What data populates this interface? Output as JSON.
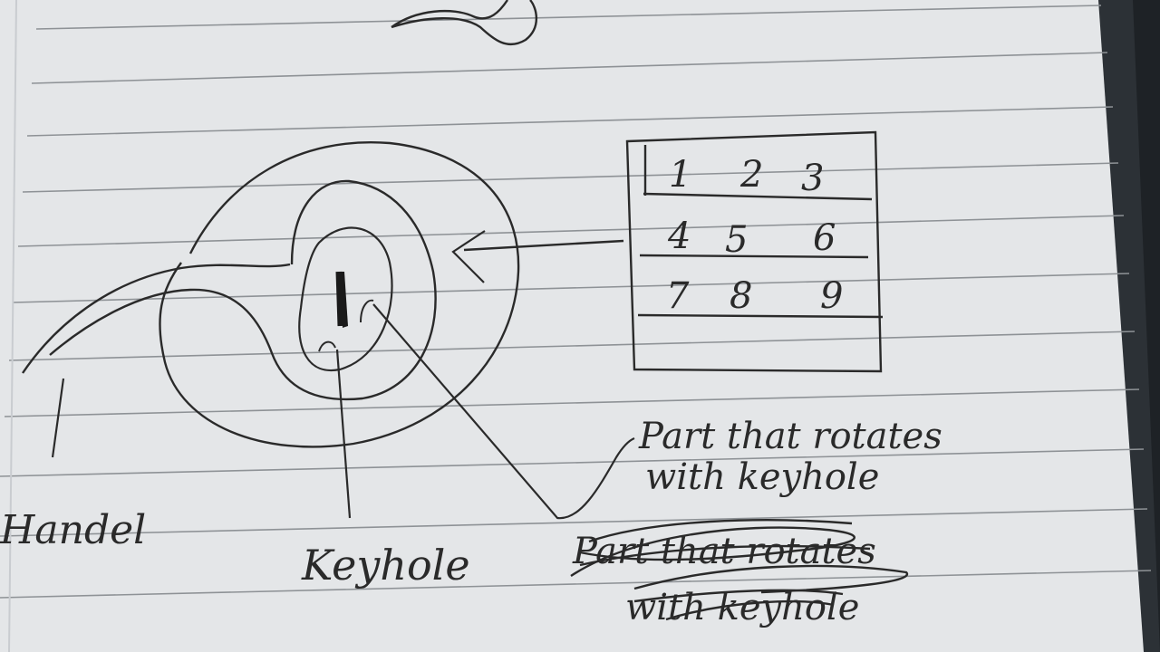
{
  "colors": {
    "paper": "#e4e6e8",
    "rule": "#8e9296",
    "ink": "#2a2a2a",
    "desk": "#1e2226"
  },
  "keypad": {
    "rows": [
      [
        "1",
        "2",
        "3"
      ],
      [
        "4",
        "5",
        "6"
      ],
      [
        "7",
        "8",
        "9"
      ]
    ]
  },
  "labels": {
    "handle": "Handel",
    "keyhole": "Keyhole",
    "rotating_part_line1": "Part that rotates",
    "rotating_part_line2": "with keyhole",
    "struck_line1": "Part that rotates",
    "struck_line2": "with keyhole"
  }
}
